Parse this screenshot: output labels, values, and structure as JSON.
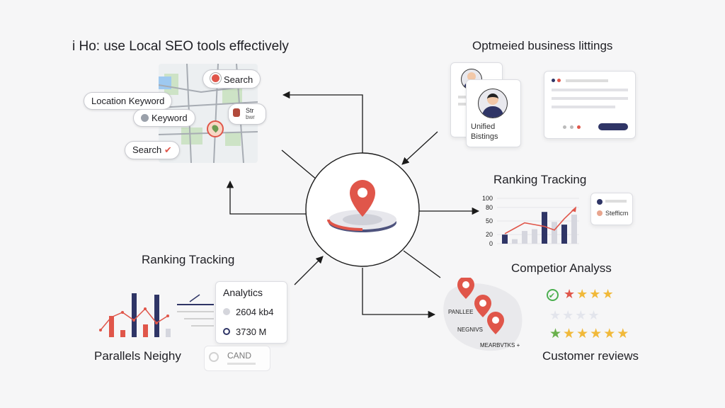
{
  "labels": {
    "title": "i Ho: use Local SEO tools effectively",
    "optimized": "Optmeied business littings",
    "ranking_top": "Ranking Tracking",
    "ranking_left": "Ranking Tracking",
    "competitor": "Competior Analyss",
    "customer_reviews": "Customer reviews",
    "parallels": "Parallels Neighy"
  },
  "map_pills": {
    "search_top": "Search",
    "location_keyword": "Location Keyword",
    "keyword": "Keyword",
    "search_bottom": "Search",
    "store_tag_1": "Str",
    "store_tag_2": "bwr"
  },
  "listing": {
    "unified_1": "Unified",
    "unified_2": "Bistings"
  },
  "analytics": {
    "title": "Analytics",
    "row1": "2604 kb4",
    "row2": "3730 M",
    "cand": "CAND"
  },
  "ranking_chart": {
    "legend": "Stefficm"
  },
  "competitor_map": {
    "label1": "PANLLEE",
    "label2": "NEGNIVS",
    "label3": "MEARBVTKS +"
  },
  "colors": {
    "accent_red": "#e0564a",
    "navy": "#2f3566",
    "gold": "#f1b93a",
    "green": "#4caf50"
  },
  "chart_data": [
    {
      "type": "bar",
      "title": "",
      "y_ticks": [
        "100",
        "80",
        "50",
        "20",
        "0"
      ],
      "ylim": [
        0,
        100
      ],
      "series": [
        {
          "values": [
            20,
            10,
            28,
            32,
            70,
            48,
            42,
            64
          ]
        }
      ],
      "line": [
        22,
        34,
        46,
        42,
        38,
        30,
        55,
        76
      ]
    },
    {
      "type": "bar",
      "title": "",
      "series": [
        {
          "values": [
            30,
            10,
            62,
            18,
            60,
            12
          ]
        }
      ],
      "line": [
        28,
        35,
        24,
        40,
        20,
        30
      ]
    }
  ]
}
